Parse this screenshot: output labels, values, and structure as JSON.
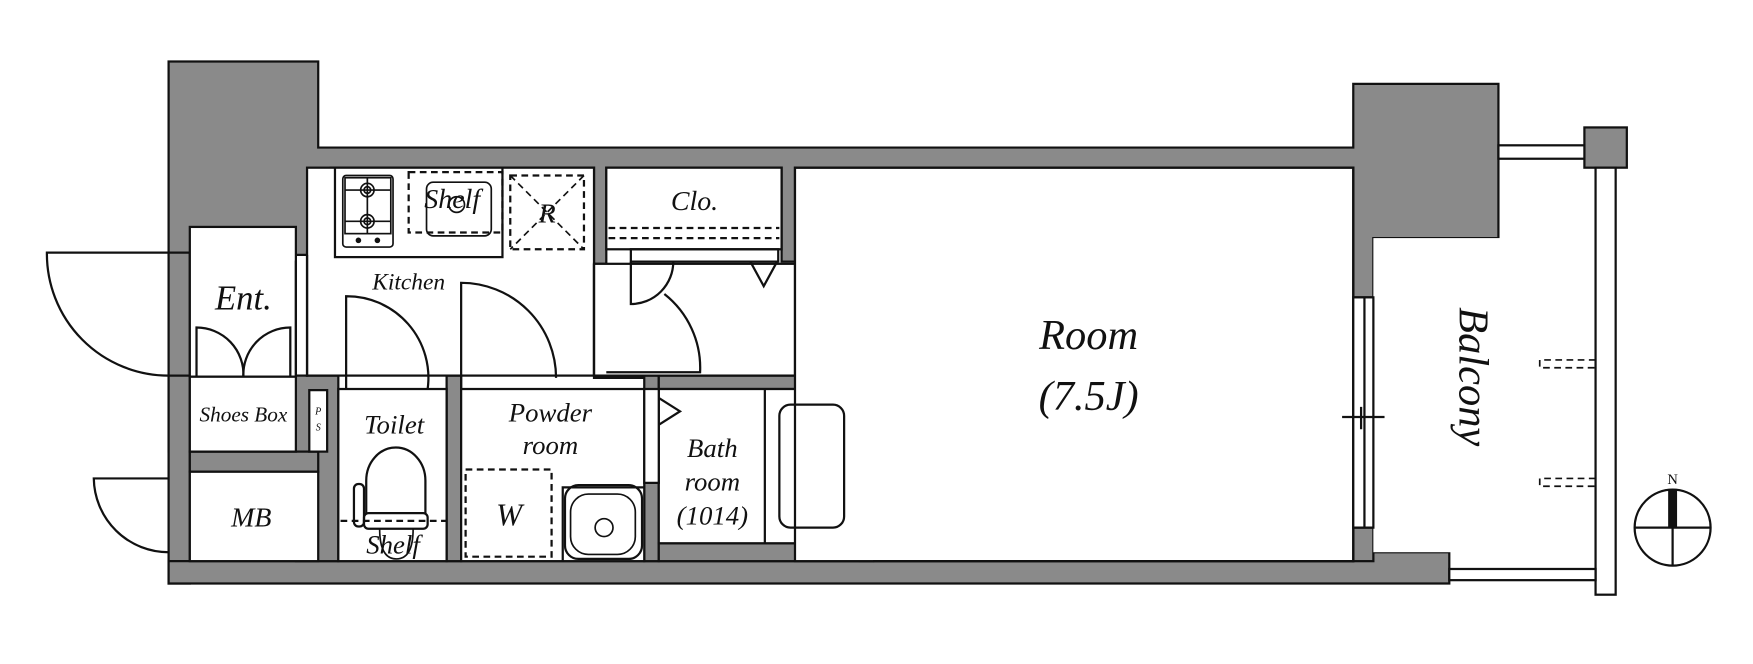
{
  "plan": {
    "colors": {
      "wall": "#8a8a8a",
      "line": "#111111",
      "background": "#ffffff"
    },
    "rooms": {
      "entrance": "Ent.",
      "shoes_box": "Shoes Box",
      "pipe_space_p": "P",
      "pipe_space_s": "S",
      "meter_box": "MB",
      "kitchen": "Kitchen",
      "kitchen_shelf": "Shelf",
      "refrigerator": "R",
      "closet": "Clo.",
      "toilet": "Toilet",
      "toilet_shelf": "Shelf",
      "powder_room_line1": "Powder",
      "powder_room_line2": "room",
      "washer": "W",
      "bath_line1": "Bath",
      "bath_line2": "room",
      "bath_size": "(1014)",
      "main_room": "Room",
      "main_room_size": "(7.5J)",
      "balcony": "Balcony"
    },
    "compass": {
      "north_label": "N"
    }
  }
}
